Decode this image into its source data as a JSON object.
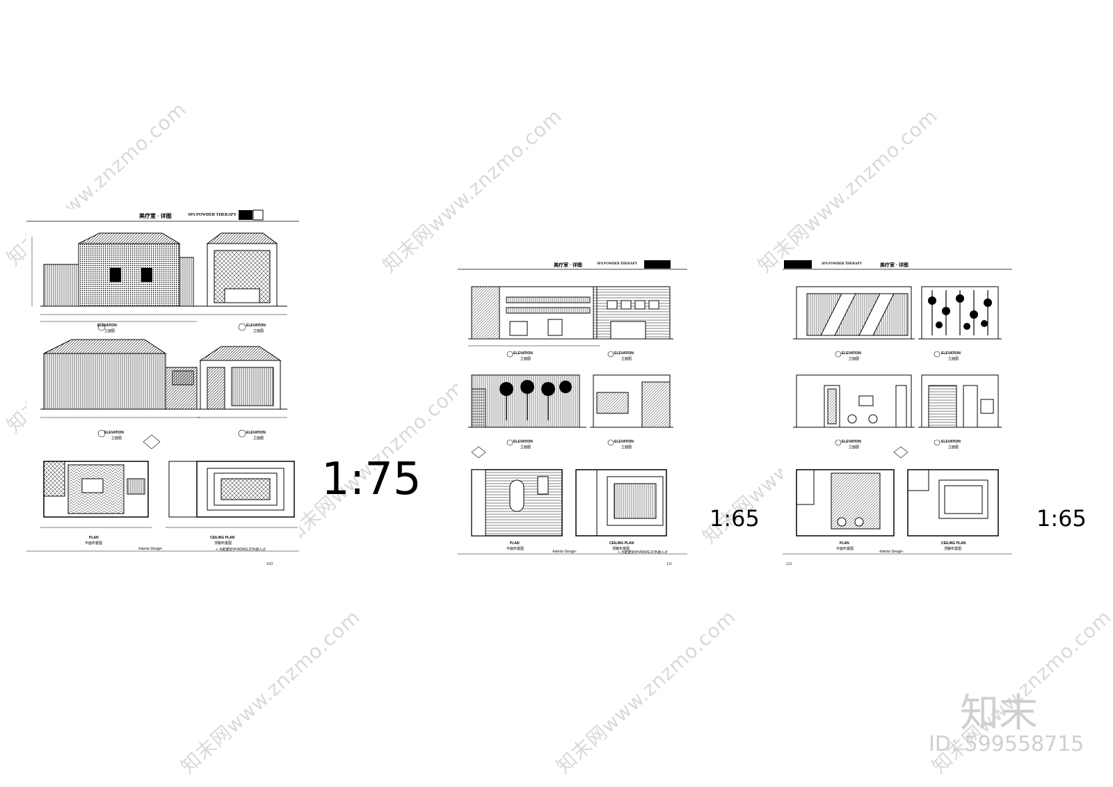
{
  "watermark_text": "知末网www.znzmo.com",
  "brand": {
    "name": "知末",
    "id": "ID: 599558715"
  },
  "scales": [
    "1:75",
    "1:65",
    "1:65"
  ],
  "sheets": [
    {
      "title_cn": "美疗室 · 详图",
      "title_en": "SPA POWDER THERAPY",
      "page": "103",
      "elev_a": "ELEVATION",
      "elev_a_cn": "立面图",
      "elev_b": "ELEVATION",
      "elev_b_cn": "立面图",
      "elev_c": "ELEVATION",
      "elev_c_cn": "立面图",
      "elev_d": "ELEVATION",
      "elev_d_cn": "立面图",
      "plan": "PLAN",
      "plan_cn": "平面布置图",
      "ceiling": "CEILING PLAN",
      "ceiling_cn": "顶棚布置图",
      "footer": "-Interior Design-",
      "footer_note": "+ 为配套软件中DWG文件插入点"
    },
    {
      "title_cn": "美疗室 · 详图",
      "title_en": "SPA POWDER THERAPY",
      "page": "111",
      "elev_a": "ELEVATION",
      "elev_a_cn": "立面图",
      "elev_b": "ELEVATION",
      "elev_b_cn": "立面图",
      "elev_c": "ELEVATION",
      "elev_c_cn": "立面图",
      "elev_d": "ELEVATION",
      "elev_d_cn": "立面图",
      "plan": "PLAN",
      "plan_cn": "平面布置图",
      "ceiling": "CEILING PLAN",
      "ceiling_cn": "顶棚布置图",
      "footer": "-Interior Design-",
      "footer_note": "+ 为配套软件中DWG文件插入点"
    },
    {
      "title_cn": "美疗室 · 详图",
      "title_en": "SPA POWDER THERAPY",
      "page": "112",
      "elev_a": "ELEVATION",
      "elev_a_cn": "立面图",
      "elev_b": "ELEVATION",
      "elev_b_cn": "立面图",
      "elev_c": "ELEVATION",
      "elev_c_cn": "立面图",
      "elev_d": "ELEVATION",
      "elev_d_cn": "立面图",
      "plan": "PLAN",
      "plan_cn": "平面布置图",
      "ceiling": "CEILING PLAN",
      "ceiling_cn": "顶棚布置图",
      "footer": "-Interior Design-",
      "footer_note": ""
    }
  ]
}
